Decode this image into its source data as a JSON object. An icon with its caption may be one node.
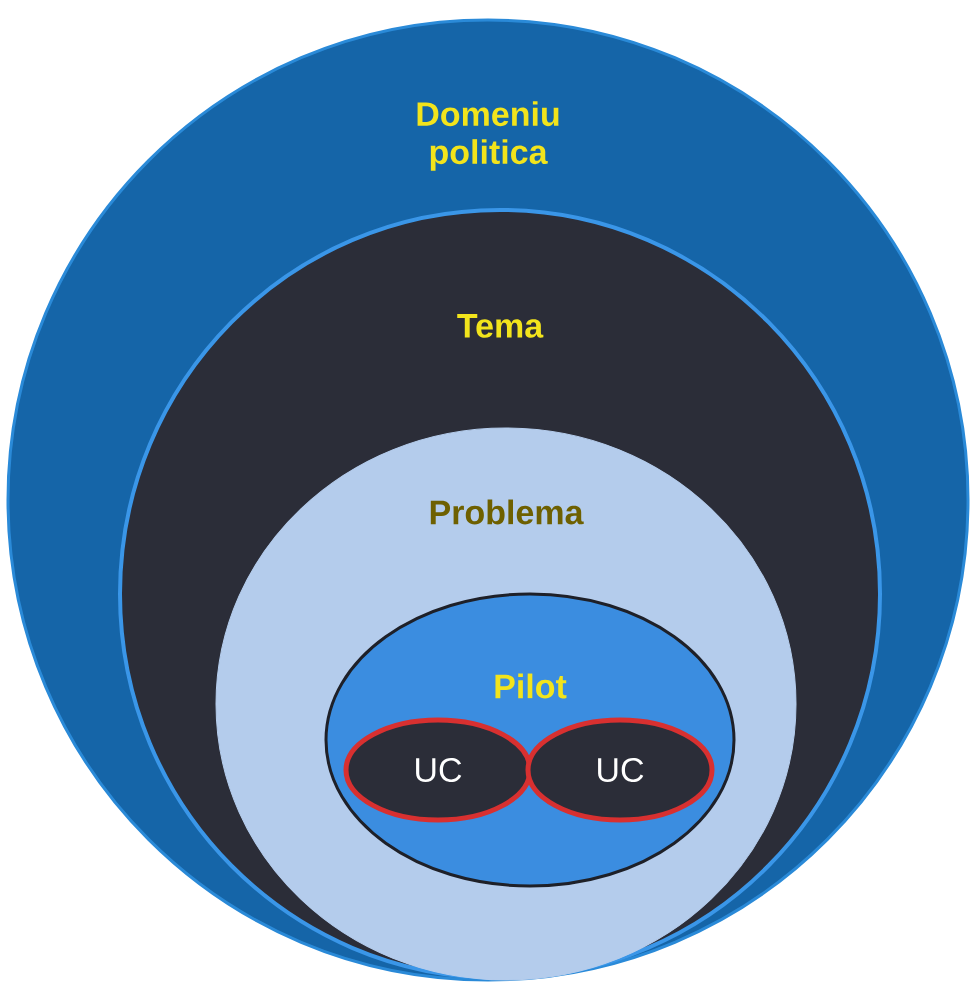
{
  "diagram": {
    "nodes": [
      {
        "text": [
          "Domeniu politica"
        ]
      },
      {
        "text": [
          "Tema"
        ],
        "in": 0
      },
      {
        "text": [
          "Problema"
        ],
        "in": 1
      },
      {
        "text": [
          "Pilot"
        ],
        "in": 2
      },
      {
        "text": [
          "UC"
        ],
        "in": 3
      },
      {
        "text": [
          "UC"
        ],
        "in": 3
      }
    ]
  }
}
